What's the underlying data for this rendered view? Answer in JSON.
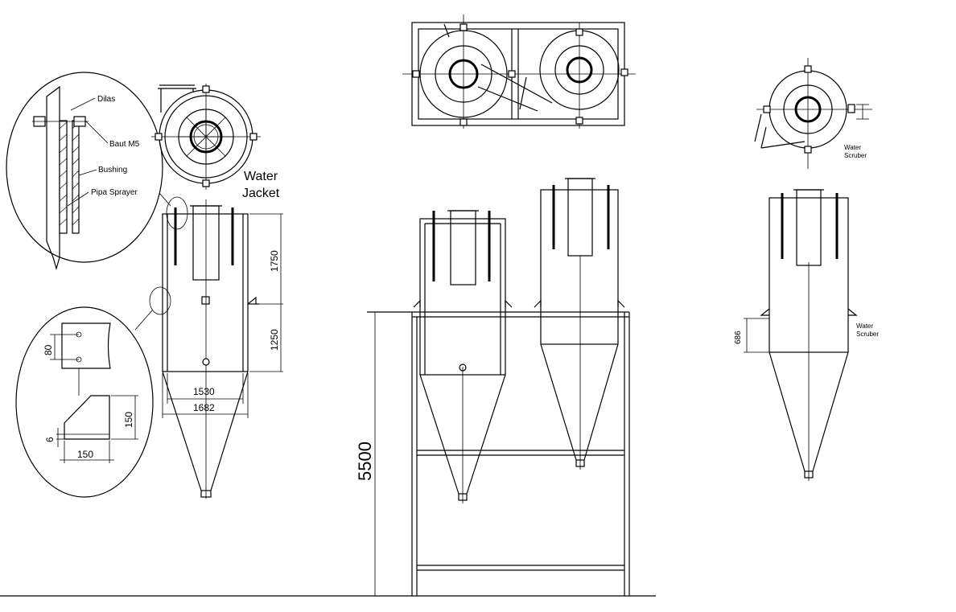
{
  "detail_callouts": {
    "dilas": "Dilas",
    "baut": "Baut M5",
    "bushing": "Bushing",
    "pipa_sprayer": "Pipa Sprayer"
  },
  "left_view": {
    "label_line1": "Water",
    "label_line2": "Jacket",
    "dim_1750": "1750",
    "dim_1250": "1250",
    "dim_1530": "1530",
    "dim_1682": "1682"
  },
  "bracket_detail": {
    "dim_80": "80",
    "dim_150_v": "150",
    "dim_150_h": "150",
    "dim_6": "6"
  },
  "middle_view": {
    "dim_5500": "5500"
  },
  "right_view": {
    "scruber_top_1": "Water",
    "scruber_top_2": "Scruber",
    "scruber_side_1": "Water",
    "scruber_side_2": "Scruber",
    "dim_686": "686"
  }
}
